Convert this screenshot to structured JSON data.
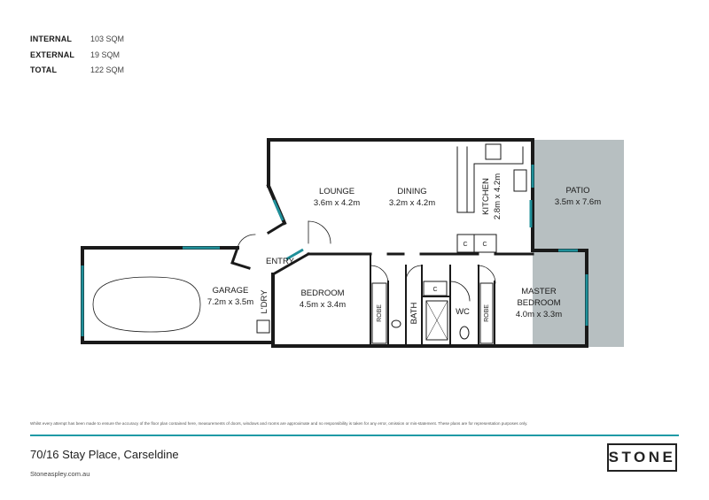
{
  "areas": [
    {
      "label": "INTERNAL",
      "value": "103 SQM"
    },
    {
      "label": "EXTERNAL",
      "value": "19 SQM"
    },
    {
      "label": "TOTAL",
      "value": "122 SQM"
    }
  ],
  "rooms": {
    "lounge": {
      "name": "LOUNGE",
      "size": "3.6m x 4.2m"
    },
    "dining": {
      "name": "DINING",
      "size": "3.2m x 4.2m"
    },
    "kitchen": {
      "name": "KITCHEN",
      "size": "2.8m x 4.2m"
    },
    "patio": {
      "name": "PATIO",
      "size": "3.5m x 7.6m"
    },
    "garage": {
      "name": "GARAGE",
      "size": "7.2m x 3.5m"
    },
    "bedroom": {
      "name": "BEDROOM",
      "size": "4.5m x 3.4m"
    },
    "master": {
      "name1": "MASTER",
      "name2": "BEDROOM",
      "size": "4.0m x 3.3m"
    },
    "entry": "ENTRY",
    "laundry": "L'DRY",
    "robe1": "ROBE",
    "robe2": "ROBE",
    "bath": "BATH",
    "wc": "WC",
    "cupboard1": "C",
    "cupboard2": "C",
    "cupboard3": "C"
  },
  "disclaimer": "Whilst every attempt has been made to ensure the accuracy of the floor plan contained here, measurements of doors, windows and rooms are approximate and no responsibility is taken for any error, omission or mis-statement. These plans are for representation purposes only.",
  "address": "70/16 Stay Place, Carseldine",
  "website": "Stoneaspley.com.au",
  "logo": "STONE",
  "colors": {
    "wall": "#1a1a1a",
    "window": "#1f8f99",
    "patio": "#b7bfc1",
    "accent": "#1f9aa6"
  }
}
